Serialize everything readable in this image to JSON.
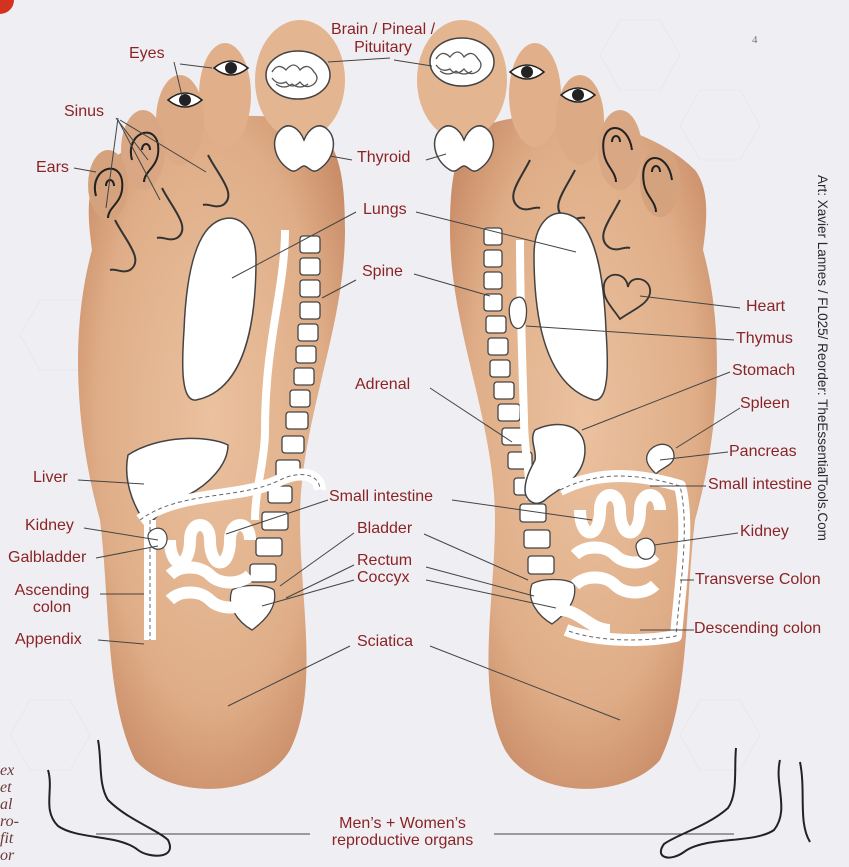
{
  "page_number": "4",
  "credit": "Art: Xavier Lannes / FL025/ Reorder: TheEssentialTools.Com",
  "side_text_fragment": [
    "ex",
    "et",
    "al",
    "ro-",
    "fit",
    "or"
  ],
  "labels": {
    "brain": "Brain / Pineal /",
    "brain2": "Pituitary",
    "eyes": "Eyes",
    "sinus": "Sinus",
    "ears": "Ears",
    "thyroid": "Thyroid",
    "lungs": "Lungs",
    "spine": "Spine",
    "heart": "Heart",
    "thymus": "Thymus",
    "stomach": "Stomach",
    "spleen": "Spleen",
    "adrenal": "Adrenal",
    "pancreas": "Pancreas",
    "liver": "Liver",
    "small_intestine_left": "Small intestine",
    "small_intestine_right": "Small intestine",
    "kidney_left": "Kidney",
    "kidney_right": "Kidney",
    "galbladder": "Galbladder",
    "bladder": "Bladder",
    "rectum": "Rectum",
    "coccyx": "Coccyx",
    "ascending": "Ascending",
    "colon": "colon",
    "transverse": "Transverse Colon",
    "descending": "Descending colon",
    "appendix": "Appendix",
    "sciatica": "Sciatica",
    "reproductive1": "Men’s + Women’s",
    "reproductive2": "reproductive organs"
  },
  "colors": {
    "label_text": "#8b2325",
    "leader_line": "#444444",
    "skin": "#e3b391",
    "skin_shadow": "#c98d68",
    "organ_fill": "#ffffff",
    "background": "#efeff3"
  }
}
